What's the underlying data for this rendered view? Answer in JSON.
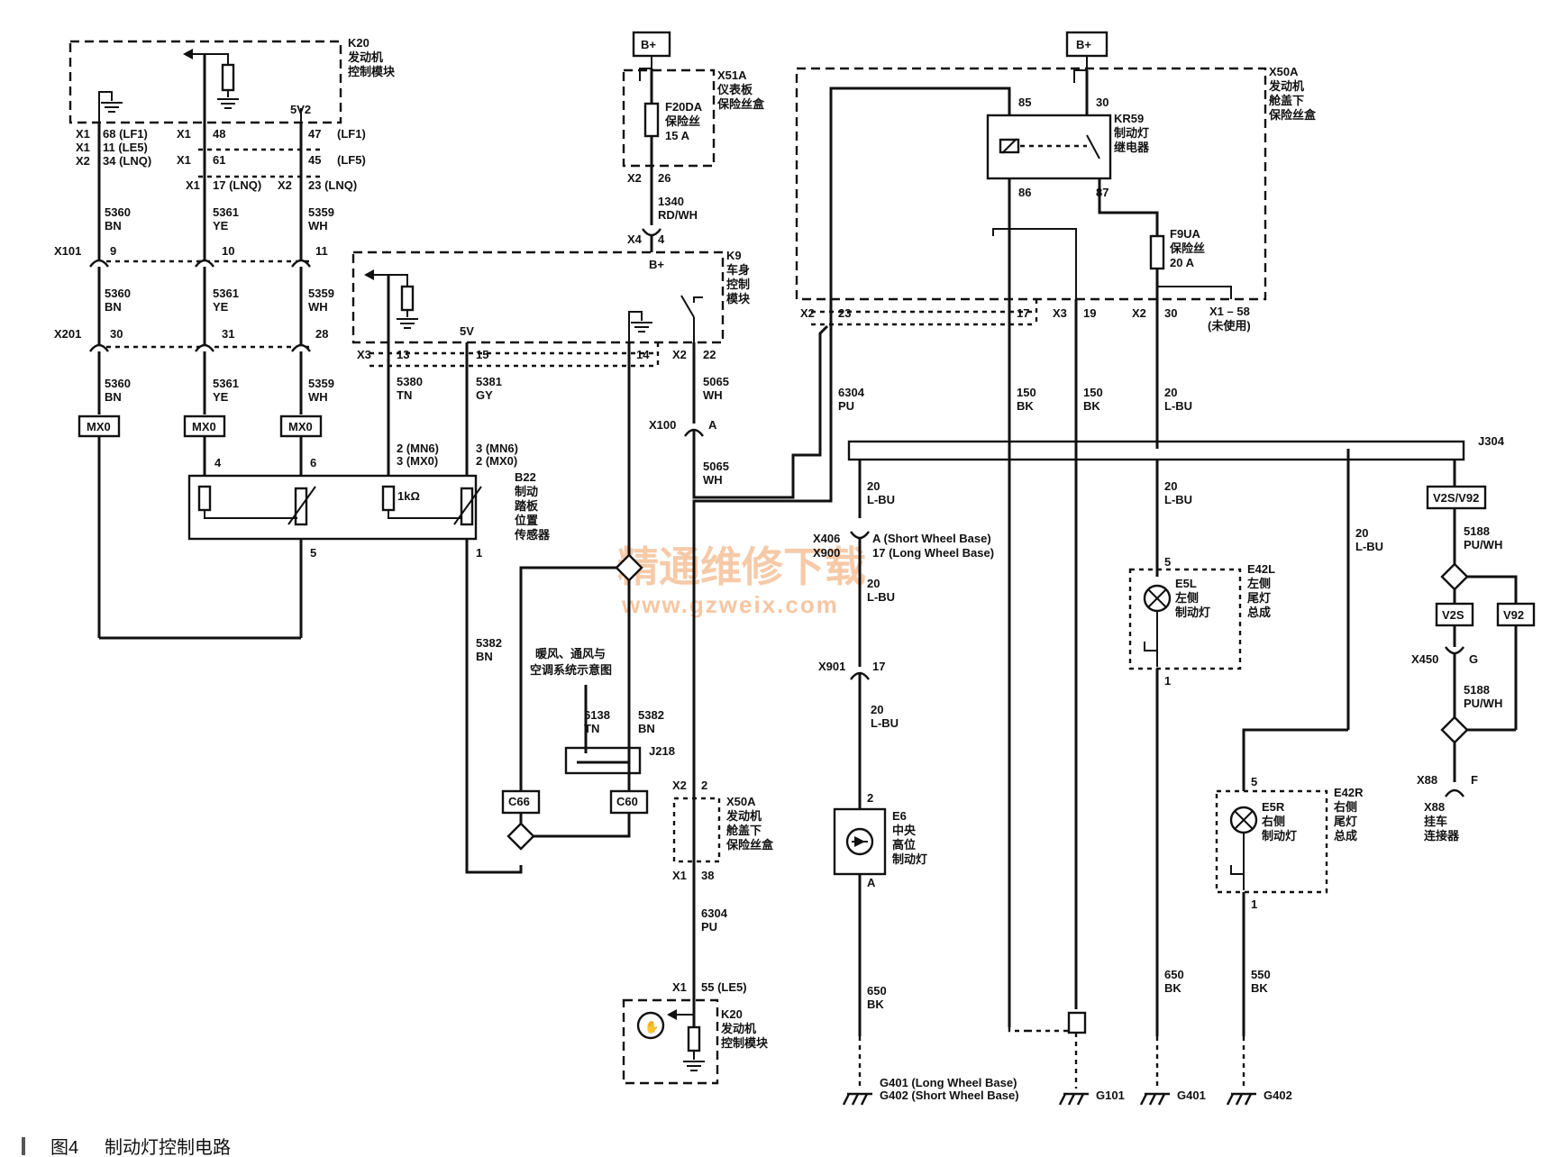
{
  "caption": {
    "number": "图4",
    "text": "制动灯控制电路"
  },
  "watermark": {
    "line1": "精通维修下载",
    "line2": "www.gzweix.com"
  },
  "modules": {
    "k20": {
      "id": "K20",
      "l1": "发动机",
      "l2": "控制模块"
    },
    "k9": {
      "id": "K9",
      "l1": "车身",
      "l2": "控制",
      "l3": "模块"
    },
    "x51a": {
      "id": "X51A",
      "l1": "仪表板",
      "l2": "保险丝盒"
    },
    "x50a": {
      "id": "X50A",
      "l1": "发动机",
      "l2": "舱盖下",
      "l3": "保险丝盒"
    },
    "x50a_b": {
      "id": "X50A",
      "l1": "发动机",
      "l2": "舱盖下",
      "l3": "保险丝盒"
    },
    "b22": {
      "id": "B22",
      "l1": "制动",
      "l2": "踏板",
      "l3": "位置",
      "l4": "传感器"
    },
    "kr59": {
      "id": "KR59",
      "l1": "制动灯",
      "l2": "继电器"
    },
    "f20da": {
      "id": "F20DA",
      "l1": "保险丝",
      "l2": "15 A"
    },
    "f9ua": {
      "id": "F9UA",
      "l1": "保险丝",
      "l2": "20 A"
    },
    "k20b": {
      "id": "K20",
      "l1": "发动机",
      "l2": "控制模块"
    },
    "e5l": {
      "id": "E5L",
      "l1": "左侧",
      "l2": "制动灯"
    },
    "e42l": {
      "id": "E42L",
      "l1": "左侧",
      "l2": "尾灯",
      "l3": "总成"
    },
    "e5r": {
      "id": "E5R",
      "l1": "右侧",
      "l2": "制动灯"
    },
    "e42r": {
      "id": "E42R",
      "l1": "右侧",
      "l2": "尾灯",
      "l3": "总成"
    },
    "e6": {
      "id": "E6",
      "l1": "中央",
      "l2": "高位",
      "l3": "制动灯"
    },
    "x88": {
      "id": "X88",
      "l1": "挂车",
      "l2": "连接器"
    },
    "hvac": {
      "l1": "暖风、通风与",
      "l2": "空调系统示意图"
    }
  },
  "labels": {
    "bplus": "B+",
    "k20_x1": "X1",
    "k20_x1b": "X1",
    "k20_x2": "X2",
    "k20_p68": "68 (LF1)",
    "k20_p11": "11 (LE5)",
    "k20_p34": "34 (LNQ)",
    "k20_x1c": "X1",
    "k20_p48": "48",
    "k20_x1d": "X1",
    "k20_p61": "61",
    "k20_x1e": "X1",
    "k20_p17": "17 (LNQ)",
    "k20_x2b": "X2",
    "k20_p23": "23 (LNQ)",
    "k20_5v2": "5V2",
    "k20_p47": "47",
    "k20_lf1": "(LF1)",
    "k20_p45": "45",
    "k20_lf5": "(LF5)",
    "w5360a": "5360",
    "c_bn_a": "BN",
    "w5361a": "5361",
    "c_ye_a": "YE",
    "w5359a": "5359",
    "c_wh_a": "WH",
    "x101": "X101",
    "x101_9": "9",
    "x101_10": "10",
    "x101_11": "11",
    "w5360b": "5360",
    "c_bn_b": "BN",
    "w5361b": "5361",
    "c_ye_b": "YE",
    "w5359b": "5359",
    "c_wh_b": "WH",
    "x201": "X201",
    "x201_30": "30",
    "x201_31": "31",
    "x201_28": "28",
    "w5360c": "5360",
    "c_bn_c": "BN",
    "w5361c": "5361",
    "c_ye_c": "YE",
    "w5359c": "5359",
    "c_wh_c": "WH",
    "mx0a": "MX0",
    "mx0b": "MX0",
    "mx0c": "MX0",
    "b22_4": "4",
    "b22_6": "6",
    "b22_5": "5",
    "b22_1": "1",
    "b22_1k": "1kΩ",
    "b22_mn6a": "2 (MN6)",
    "b22_mx0a": "3 (MX0)",
    "b22_mn6b": "3 (MN6)",
    "b22_mx0b": "2 (MX0)",
    "k9_x3": "X3",
    "k9_13": "13",
    "k9_15": "15",
    "k9_5v": "5V",
    "k9_14": "14",
    "k9_x2": "X2",
    "k9_22": "22",
    "k9_bplus": "B+",
    "w5380": "5380",
    "c_tn": "TN",
    "w5381": "5381",
    "c_gy": "GY",
    "w5065a": "5065",
    "c_wh_d": "WH",
    "x100": "X100",
    "x100_a": "A",
    "w5065b": "5065",
    "c_wh_e": "WH",
    "x51a_x2": "X2",
    "x51a_26": "26",
    "w1340": "1340",
    "c_rdwh": "RD/WH",
    "x4": "X4",
    "x4_4": "4",
    "kr59_85": "85",
    "kr59_30": "30",
    "kr59_86": "86",
    "kr59_87": "87",
    "x50a_x2": "X2",
    "x50a_23": "23",
    "x50a_17": "17",
    "x50a_x3": "X3",
    "x50a_19": "19",
    "x50a_x2b": "X2",
    "x50a_30": "30",
    "x1_58": "X1 – 58",
    "unused": "(未使用)",
    "w6304a": "6304",
    "c_pu_a": "PU",
    "w150a": "150",
    "c_bk_a": "BK",
    "w150b": "150",
    "c_bk_b": "BK",
    "w20a": "20",
    "c_lbu_a": "L-BU",
    "j304": "J304",
    "w20b": "20",
    "c_lbu_b": "L-BU",
    "w20c": "20",
    "c_lbu_c": "L-BU",
    "w20d": "20",
    "c_lbu_d": "L-BU",
    "x406": "X406",
    "x900": "X900",
    "x406_a": "A (Short Wheel Base)",
    "x900_17": "17 (Long Wheel Base)",
    "w20e": "20",
    "c_lbu_e": "L-BU",
    "x901": "X901",
    "x901_17": "17",
    "w20f": "20",
    "c_lbu_f": "L-BU",
    "e6_2": "2",
    "e6_a": "A",
    "w650a": "650",
    "c_bk_c": "BK",
    "e5l_5": "5",
    "e5l_1": "1",
    "e5r_5": "5",
    "e5r_1": "1",
    "w650b": "650",
    "c_bk_d": "BK",
    "w550": "550",
    "c_bk_e": "BK",
    "v2sv92": "V2S/V92",
    "w5188a": "5188",
    "c_puwh_a": "PU/WH",
    "v2s": "V2S",
    "v92": "V92",
    "x450": "X450",
    "x450_g": "G",
    "w5188b": "5188",
    "c_puwh_b": "PU/WH",
    "x88_c": "X88",
    "x88_f": "F",
    "w5382a": "5382",
    "c_bn_d": "BN",
    "w6138": "6138",
    "c_tn_b": "TN",
    "w5382b": "5382",
    "c_bn_e": "BN",
    "j218": "J218",
    "c66": "C66",
    "c60": "C60",
    "x50a2_x2": "X2",
    "x50a2_2": "2",
    "x50a2_x1": "X1",
    "x50a2_38": "38",
    "w6304b": "6304",
    "c_pu_b": "PU",
    "k20b_x1": "X1",
    "k20b_55": "55 (LE5)",
    "g401a": "G401 (Long Wheel Base)",
    "g402a": "G402 (Short Wheel Base)",
    "g101": "G101",
    "g401": "G401",
    "g402": "G402"
  }
}
